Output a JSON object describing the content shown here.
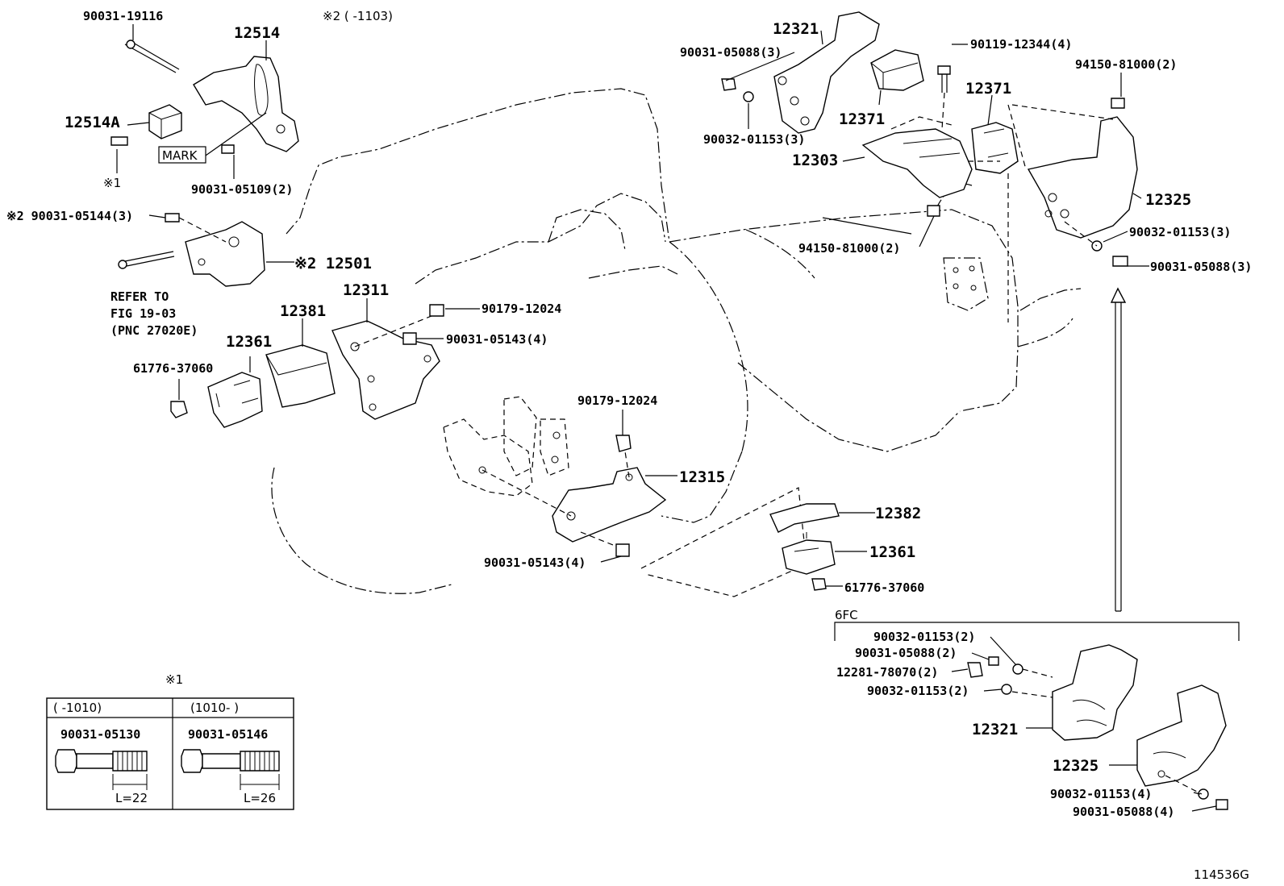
{
  "top_labels": {
    "p90031_19116": "90031-19116",
    "p12514": "12514",
    "note2_1103": "※2 (      -1103)",
    "p12514A": "12514A",
    "mark": "MARK",
    "star1": "※1",
    "p90031_05109": "90031-05109(2)",
    "p90031_05144": "※2 90031-05144(3)",
    "p12501": "※2 12501",
    "refer1": "REFER TO",
    "refer2": "FIG 19-03",
    "refer3": "(PNC 27020E)",
    "p12381": "12381",
    "p12311": "12311",
    "p12361_left": "12361",
    "p61776_left": "61776-37060",
    "p90179_a": "90179-12024",
    "p90031_05143_a": "90031-05143(4)",
    "p90179_b": "90179-12024",
    "p12315": "12315",
    "p90031_05143_b": "90031-05143(4)",
    "p12382": "12382",
    "p12361_right": "12361",
    "p61776_right": "61776-37060",
    "p12321_top": "12321",
    "p90031_05088_top": "90031-05088(3)",
    "p90032_01153_top": "90032-01153(3)",
    "p12371_a": "12371",
    "p90119": "90119-12344(4)",
    "p12371_b": "12371",
    "p12303": "12303",
    "p94150_top": "94150-81000(2)",
    "p12325_top": "12325",
    "p94150_mid": "94150-81000(2)",
    "p90032_01153_right": "90032-01153(3)",
    "p90031_05088_right": "90031-05088(3)"
  },
  "inset_6fc": {
    "title": "6FC",
    "l1": "90032-01153(2)",
    "l2": "90031-05088(2)",
    "l3": "12281-78070(2)",
    "l4": "90032-01153(2)",
    "p12321": "12321",
    "p12325": "12325",
    "l5": "90032-01153(4)",
    "l6": "90031-05088(4)"
  },
  "table": {
    "marker": "※1",
    "col1_header": "(      -1010)",
    "col2_header": "(1010-      )",
    "col1_part": "90031-05130",
    "col2_part": "90031-05146",
    "col1_length": "L=22",
    "col2_length": "L=26"
  },
  "figure_id": "114536G"
}
